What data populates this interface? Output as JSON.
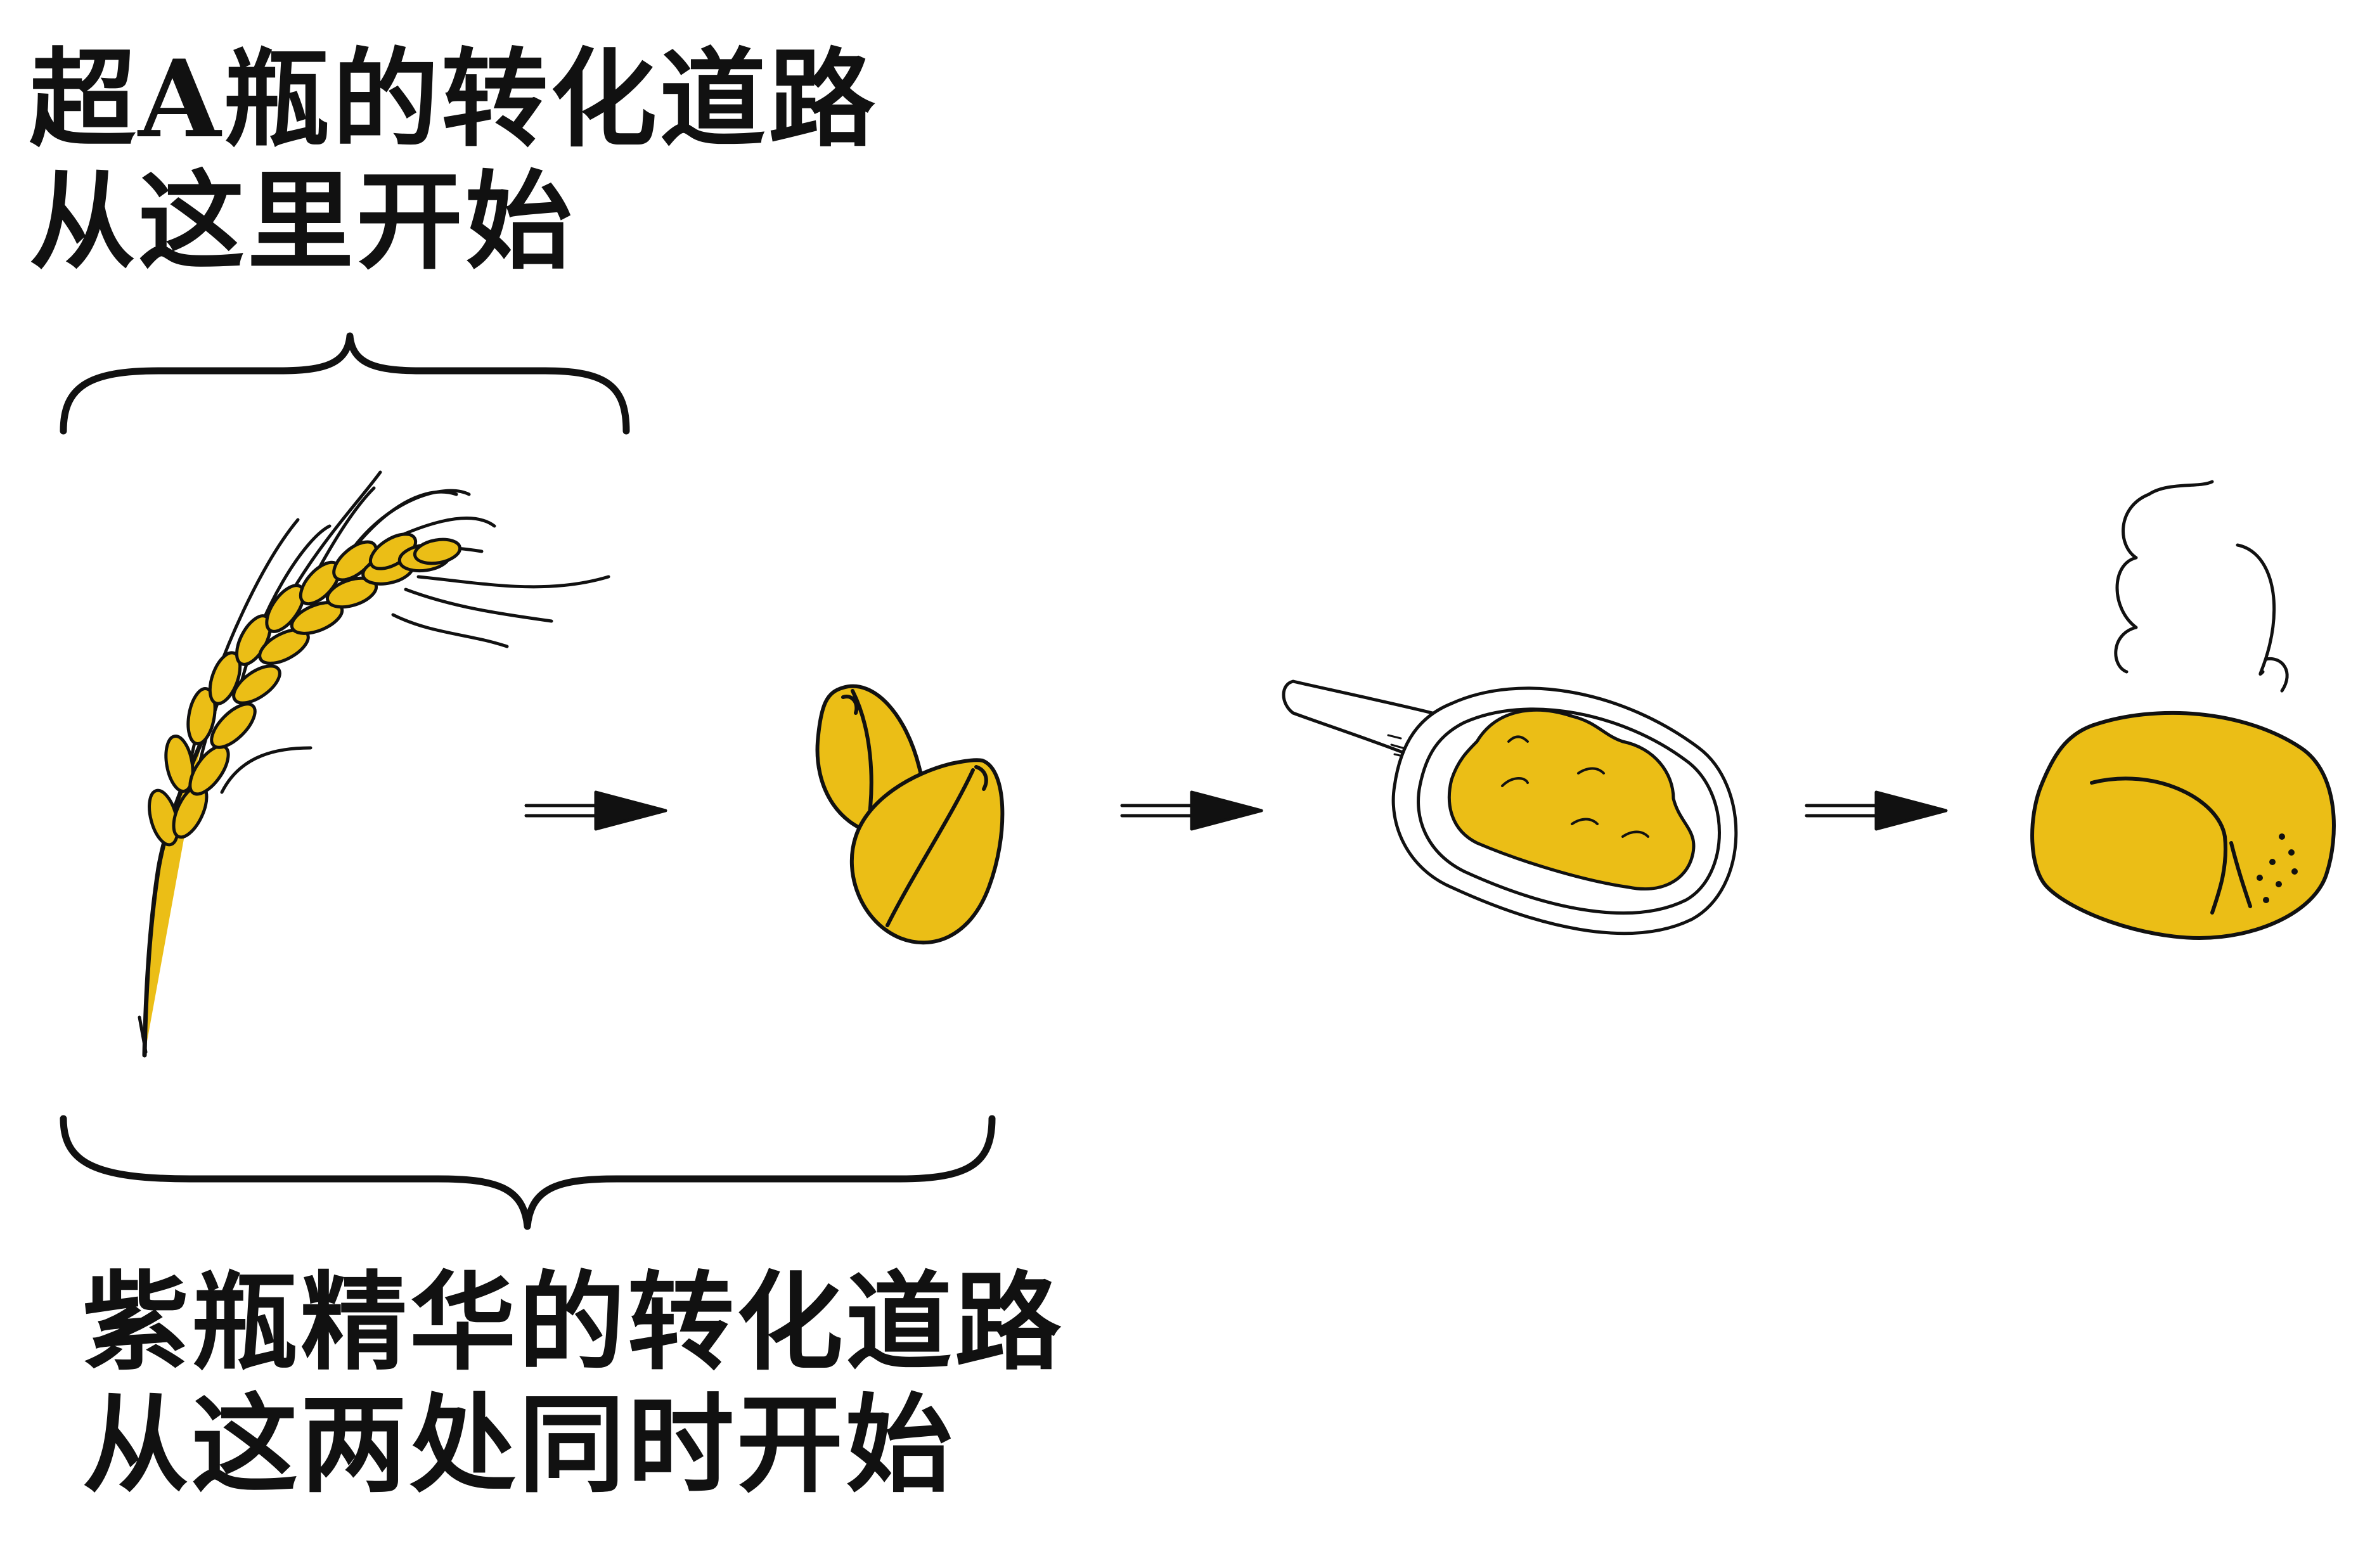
{
  "top_caption": {
    "line1": "超A瓶的转化道路",
    "line2": "从这里开始"
  },
  "bottom_caption": {
    "line1": "紫瓶精华的转化道路",
    "line2": "从这两处同时开始"
  },
  "steps": [
    "wheat-ear",
    "grains",
    "flour-scoop",
    "bread"
  ],
  "colors": {
    "accent": "#EBBE16",
    "ink": "#111111",
    "background": "#FFFFFF"
  }
}
